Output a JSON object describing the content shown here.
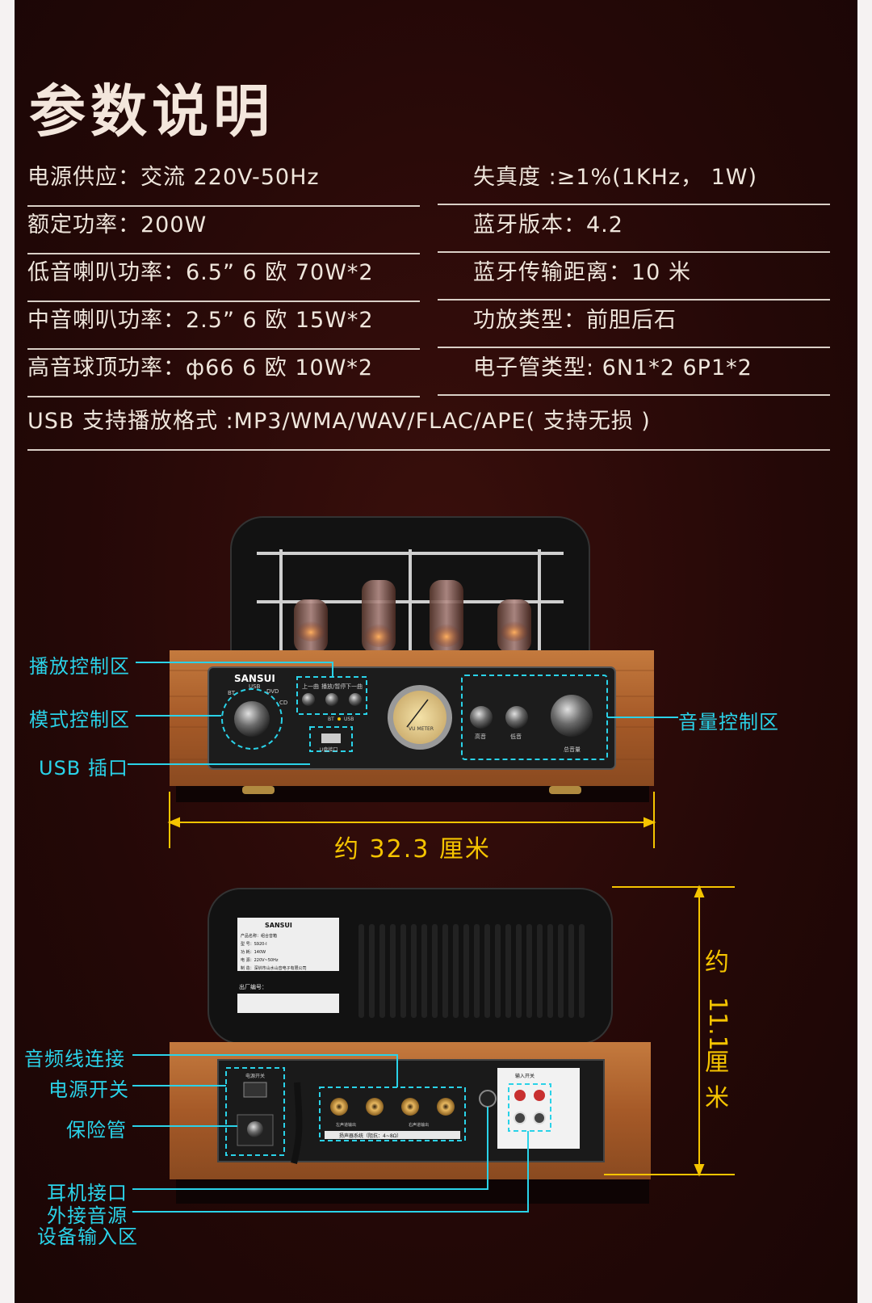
{
  "title": "参数说明",
  "specs": {
    "power_supply": "电源供应：交流 220V-50Hz",
    "distortion": "失真度 :≥1%(1KHz， 1W)",
    "rated_power": "额定功率：200W",
    "bt_version": "蓝牙版本：4.2",
    "woofer_power": "低音喇叭功率：6.5” 6 欧  70W*2",
    "bt_range": "蓝牙传输距离：10 米",
    "mid_power": "中音喇叭功率：2.5” 6 欧  15W*2",
    "amp_type": "功放类型：前胆后石",
    "tweeter_power": "高音球顶功率：ф66  6 欧 10W*2",
    "tube_type": "电子管类型:  6N1*2      6P1*2",
    "usb_format": "USB 支持播放格式 :MP3/WMA/WAV/FLAC/APE( 支持无损 )"
  },
  "front": {
    "brand": "SANSUI",
    "knob_labels": {
      "usb": "USB",
      "bt": "BT",
      "dvd": "DVD",
      "cd": "CD"
    },
    "buttons": {
      "prev": "上一曲",
      "play": "播放/暂停",
      "next": "下一曲"
    },
    "indicators": {
      "bt": "BT",
      "usb": "USB"
    },
    "usb_port_label": "U盘接口",
    "meter_label": "VU METER",
    "knob_high": "高音",
    "knob_low": "低音",
    "knob_master": "总音量",
    "callouts": {
      "playback": "播放控制区",
      "mode": "模式控制区",
      "usb": "USB 插口",
      "volume": "音量控制区"
    },
    "width_label": "约 32.3 厘米"
  },
  "back": {
    "brand": "SANSUI",
    "nameplate": {
      "product_name": "产品名称：组合音箱",
      "model": "型    号：S920-Ⅰ",
      "power": "功    耗：140W",
      "voltage": "电    源：220V~50Hz",
      "maker": "制    造：深圳市山水山音电子有限公司",
      "serial": "出厂编号："
    },
    "switch_label": "电源开关",
    "input_label": "输入开关",
    "speaker_label": "扬声器系统（阻抗：4~8Ω）",
    "left_out": "左声道输出",
    "right_out": "右声道输出",
    "callouts": {
      "audio_line": "音频线连接",
      "power_switch": "电源开关",
      "fuse": "保险管",
      "headphone": "耳机接口",
      "external_1": "外接音源",
      "external_2": "设备输入区"
    },
    "height_label_chars": [
      "约",
      "11.1",
      "厘",
      "米"
    ]
  },
  "colors": {
    "background": "#240807",
    "callout": "#2ad2e8",
    "dimension": "#f5c400",
    "wood": "#a85a2a"
  }
}
